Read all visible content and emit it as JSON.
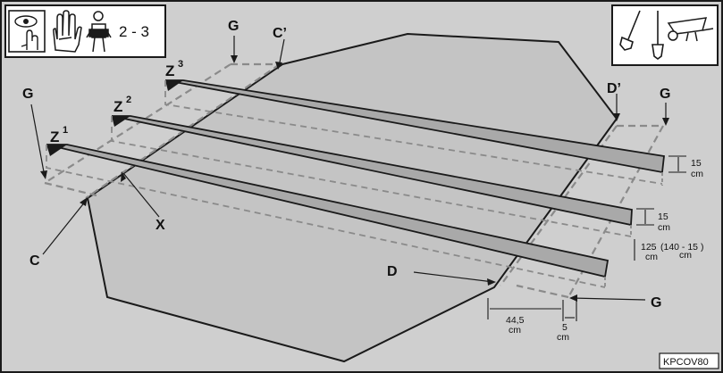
{
  "header": {
    "icons": [
      "eye-icon",
      "hand-touch-icon",
      "glove-icon",
      "person-carrying-icon",
      "shovel-icon",
      "wheelbarrow-icon"
    ],
    "persons_label": "2 - 3"
  },
  "labels": {
    "g_top": "G",
    "c_prime": "C’",
    "z3": "Z",
    "z3_sup": "3",
    "z2": "Z",
    "z2_sup": "2",
    "z1": "Z",
    "z1_sup": "1",
    "g_left": "G",
    "d_prime": "D’",
    "g_right": "G",
    "x": "X",
    "c": "C",
    "d": "D",
    "g_bottom": "G"
  },
  "dimensions": {
    "d1_value": "15",
    "d1_unit": "cm",
    "d2_value": "15",
    "d2_unit": "cm",
    "d3_value": "125",
    "d3_paren": "(140 - 15 )",
    "d3_unit": "cm",
    "d3_unit2": "cm",
    "d4_value": "44,5",
    "d4_unit": "cm",
    "d5_value": "5",
    "d5_unit": "cm"
  },
  "figure_code": "KPCOV80",
  "colors": {
    "background": "#cfcfcf",
    "field": "#c4c4c4",
    "outline": "#1a1a1a",
    "dashed": "#8a8a8a",
    "trench_top": "#a9a9a9"
  }
}
